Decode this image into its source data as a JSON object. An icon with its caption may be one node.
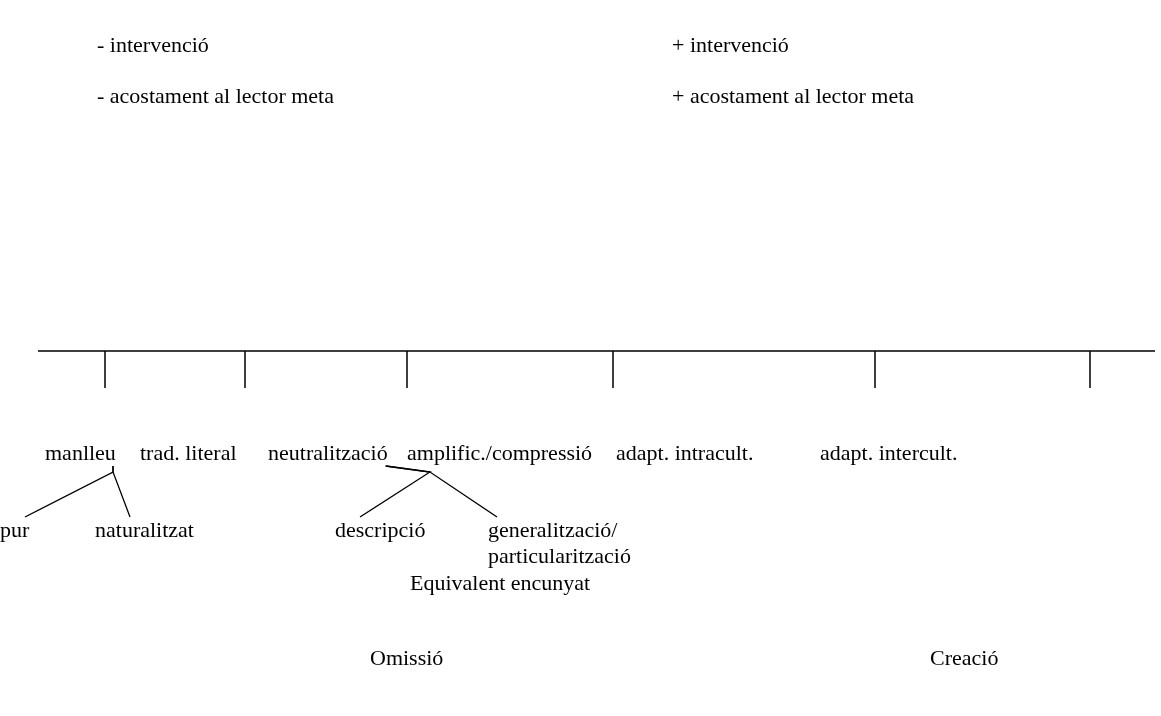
{
  "diagram": {
    "nodes": [
      {
        "text": [
          "manlleu"
        ]
      },
      {
        "text": [
          "trad. literal"
        ]
      },
      {
        "text": [
          "neutralització"
        ]
      },
      {
        "text": [
          "amplific./compressió"
        ]
      },
      {
        "text": [
          "adapt. intracult."
        ]
      },
      {
        "text": [
          "adapt. intercult."
        ]
      },
      {
        "text": [
          "pur"
        ]
      },
      {
        "text": [
          "naturalitzat"
        ]
      },
      {
        "text": [
          "descripció"
        ]
      },
      {
        "text": [
          "generalització/ particularització"
        ]
      }
    ],
    "edges": [
      {
        "from": 0,
        "to": 6,
        "arrow": "none"
      },
      {
        "from": 0,
        "to": 7,
        "arrow": "none"
      },
      {
        "from": 2,
        "to": 8,
        "arrow": "none"
      },
      {
        "from": 2,
        "to": 9,
        "arrow": "none"
      }
    ],
    "labels": [
      "- intervenció",
      "+ intervenció",
      "- acostament al lector meta",
      "+ acostament al lector meta",
      "Equivalent encunyat",
      "Omissió",
      "Creació"
    ]
  }
}
